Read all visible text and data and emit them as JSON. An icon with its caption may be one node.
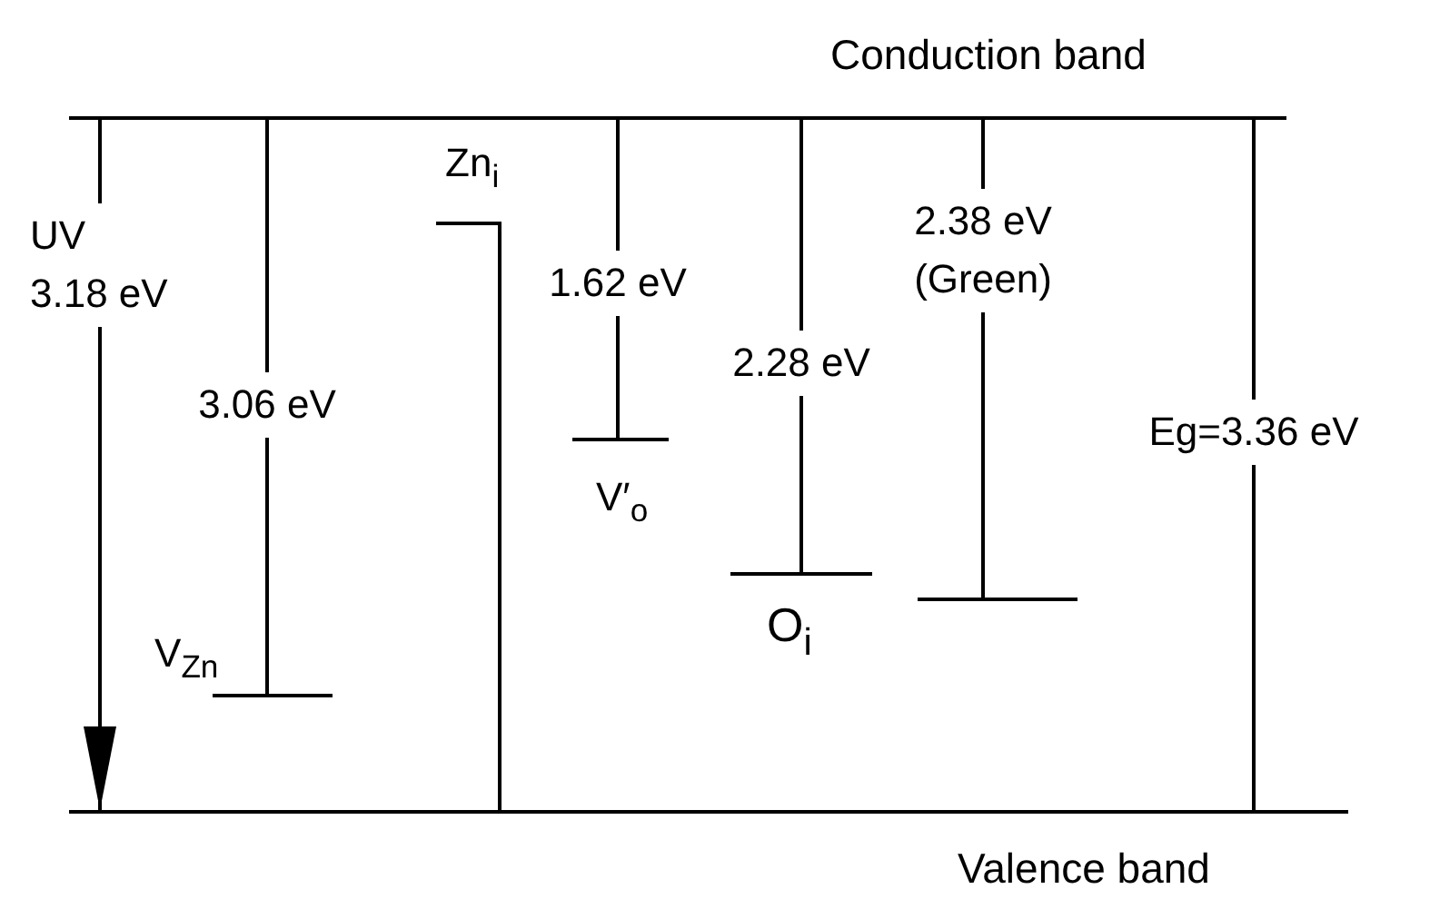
{
  "diagram": {
    "nodes": [
      {
        "text": [],
        "shape": "bar",
        "beside": [
          "Conduction band"
        ]
      },
      {
        "text": [],
        "shape": "bar",
        "beside": [
          "Valence band"
        ]
      },
      {
        "text": [],
        "shape": "bar",
        "beside": [
          "V$_{Zn}$"
        ]
      },
      {
        "text": [],
        "shape": "bar",
        "beside": [
          "Zn$_{i}$"
        ]
      },
      {
        "text": [],
        "shape": "bar",
        "beside": [
          "V′$_{o}$"
        ]
      },
      {
        "text": [],
        "shape": "bar",
        "beside": [
          "O$_{i}$"
        ]
      },
      {
        "text": [],
        "shape": "bar"
      }
    ],
    "edges": [
      {
        "from": 0,
        "to": 1,
        "arrow": "to",
        "label": "UV 3.18 eV"
      },
      {
        "from": 0,
        "to": 2,
        "arrow": "none",
        "label": "3.06 eV"
      },
      {
        "from": 3,
        "to": 1,
        "arrow": "none"
      },
      {
        "from": 0,
        "to": 4,
        "arrow": "none",
        "label": "1.62 eV"
      },
      {
        "from": 0,
        "to": 5,
        "arrow": "none",
        "label": "2.28 eV"
      },
      {
        "from": 0,
        "to": 6,
        "arrow": "none",
        "label": "2.38 eV (Green)"
      },
      {
        "from": 0,
        "to": 1,
        "arrow": "none",
        "label": "Eg=3.36 eV"
      }
    ]
  }
}
